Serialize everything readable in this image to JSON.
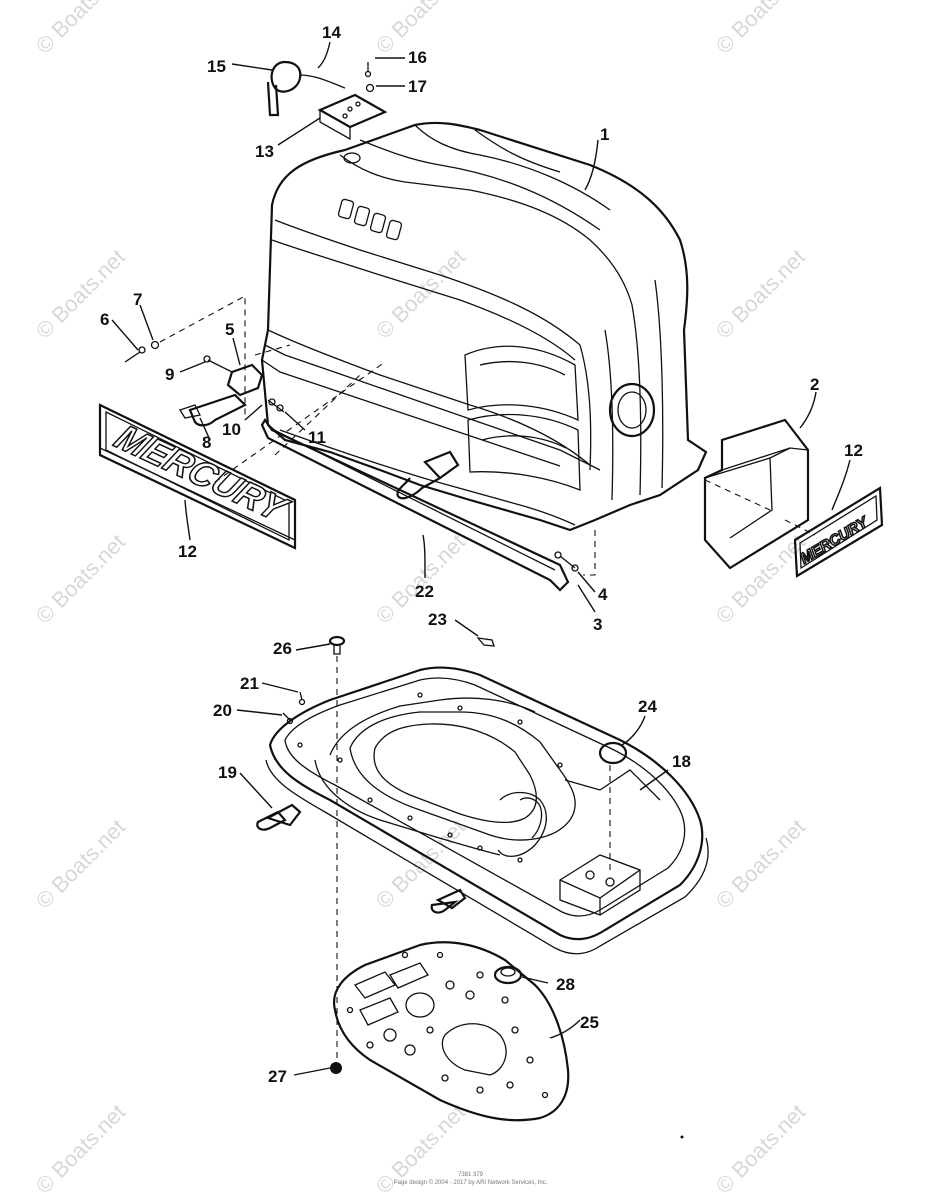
{
  "watermark": "© Boats.net",
  "footer": {
    "line1": "7381 379",
    "line2": "Page design © 2004 - 2017 by ARI Network Services, Inc."
  },
  "logos": {
    "large": "MERCURY",
    "small": "MERCURY"
  },
  "callouts": [
    "1",
    "2",
    "3",
    "4",
    "5",
    "6",
    "7",
    "8",
    "9",
    "10",
    "11",
    "12",
    "12",
    "13",
    "14",
    "15",
    "16",
    "17",
    "18",
    "19",
    "20",
    "21",
    "22",
    "23",
    "24",
    "25",
    "26",
    "27",
    "28"
  ]
}
